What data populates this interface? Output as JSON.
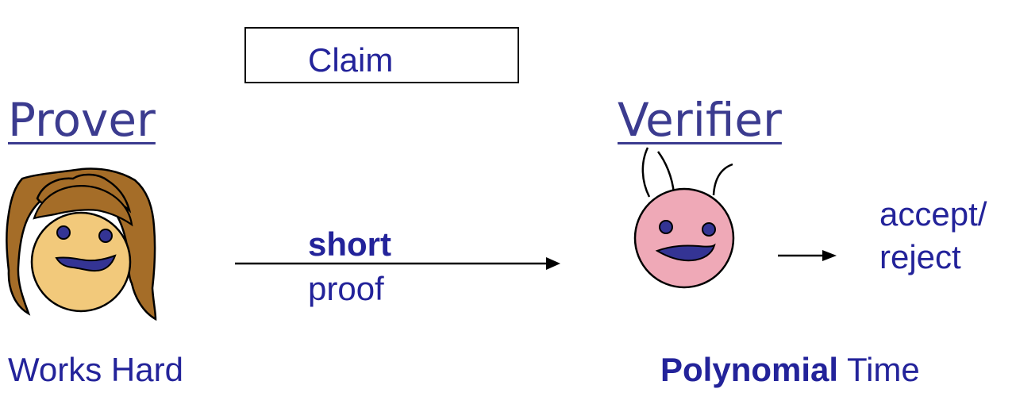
{
  "claim": {
    "label": "Claim"
  },
  "prover": {
    "title": "Prover",
    "caption": "Works Hard"
  },
  "verifier": {
    "title": "Verifier",
    "caption_bold": "Polynomial",
    "caption_rest": " Time"
  },
  "proof": {
    "qualifier": "short",
    "label": "proof"
  },
  "result": {
    "line1": "accept/",
    "line2": "reject"
  },
  "colors": {
    "text": "#23239a",
    "title": "#3b3b8f",
    "prover_hair": "#a56d28",
    "prover_face": "#f2c97b",
    "verifier_face": "#efa9b7",
    "mouth": "#343494"
  },
  "icons": {
    "prover": "girl-face-icon",
    "verifier": "antenna-face-icon"
  }
}
